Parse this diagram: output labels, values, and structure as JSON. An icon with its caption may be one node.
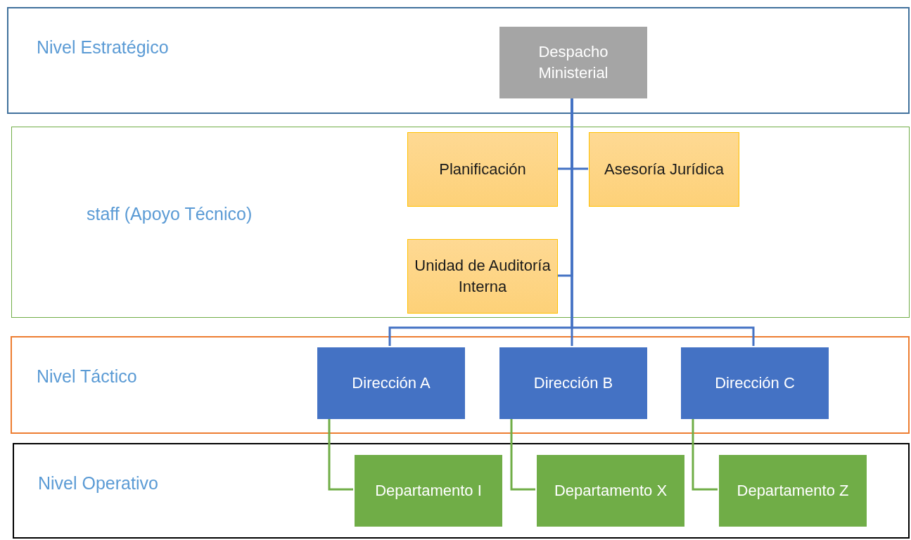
{
  "diagram": {
    "nodes": [
      {
        "text": [
          "Nivel Estratégico"
        ]
      },
      {
        "text": [
          "Despacho Ministerial"
        ],
        "in": 0
      },
      {
        "text": [
          "staff (Apoyo Técnico)"
        ]
      },
      {
        "text": [
          "Planificación"
        ],
        "in": 2
      },
      {
        "text": [
          "Asesoría Jurídica"
        ],
        "in": 2
      },
      {
        "text": [
          "Unidad de Auditoría Interna"
        ],
        "in": 2
      },
      {
        "text": [
          "Nivel Táctico"
        ]
      },
      {
        "text": [
          "Dirección A"
        ],
        "in": 6
      },
      {
        "text": [
          "Dirección B"
        ],
        "in": 6
      },
      {
        "text": [
          "Dirección C"
        ],
        "in": 6
      },
      {
        "text": [
          "Nivel Operativo"
        ]
      },
      {
        "text": [
          "Departamento I"
        ],
        "in": 10
      },
      {
        "text": [
          "Departamento X"
        ],
        "in": 10
      },
      {
        "text": [
          "Departamento Z"
        ],
        "in": 10
      }
    ],
    "edges": [
      {
        "from": 1,
        "to": 3,
        "arrow": "none"
      },
      {
        "from": 1,
        "to": 4,
        "arrow": "none"
      },
      {
        "from": 1,
        "to": 5,
        "arrow": "none"
      },
      {
        "from": 1,
        "to": 7,
        "arrow": "none"
      },
      {
        "from": 1,
        "to": 8,
        "arrow": "none"
      },
      {
        "from": 1,
        "to": 9,
        "arrow": "none"
      },
      {
        "from": 7,
        "to": 11,
        "arrow": "none",
        "color": "#70ad47"
      },
      {
        "from": 8,
        "to": 12,
        "arrow": "none",
        "color": "#70ad47"
      },
      {
        "from": 9,
        "to": 13,
        "arrow": "none",
        "color": "#70ad47"
      }
    ]
  }
}
